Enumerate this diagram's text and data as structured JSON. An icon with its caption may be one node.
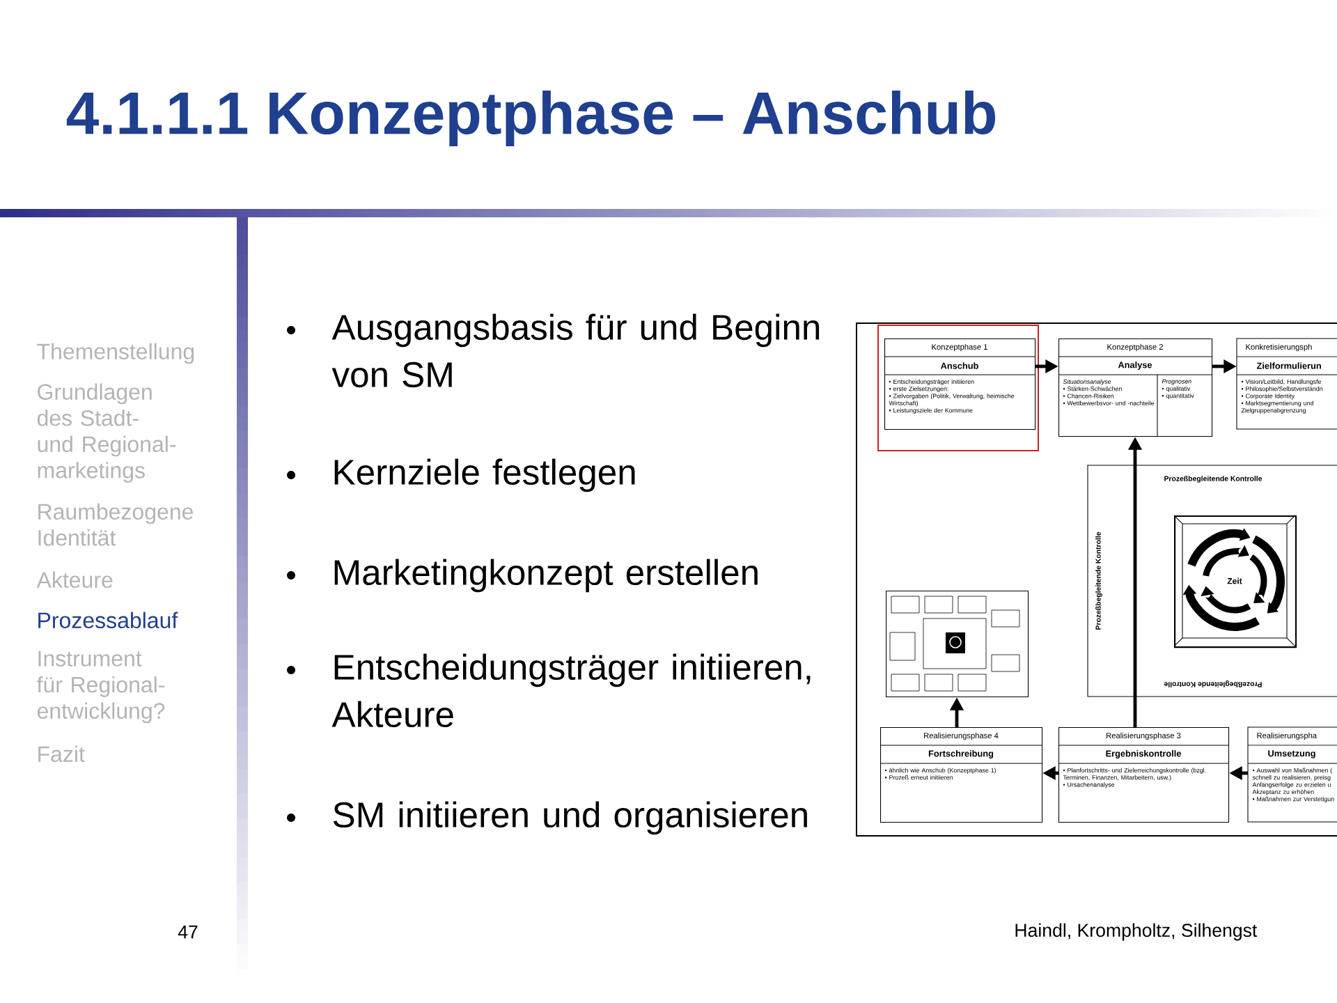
{
  "diagram": {
    "title": "4.1.1.1 Konzeptphase – Anschub",
    "nodes": [
      {
        "text": [],
        "shape": "box"
      },
      {
        "text": [
          "Konzeptphase 1",
          "Anschub",
          "• Entscheidungsträger initiieren",
          "• erste Zielsetzungen:",
          "• Zielvorgaben (Politik, Verwaltung, heimische Wirtschaft)",
          "• Leistungsziele der Kommune"
        ],
        "in": 0
      },
      {
        "text": [
          "Konzeptphase 2",
          "Analyse",
          "Situationsanalyse",
          "• Stärken-Schwächen",
          "• Chancen-Risiken",
          "• Wettbewerbsvor- und -nachteile",
          "Prognosen",
          "• qualitativ",
          "• quantitativ"
        ]
      },
      {
        "text": [
          "Konkretisierungsph",
          "Zielformulierun",
          "• Vision/Leitbild, Handlungsfe",
          "• Philosophie/Selbstverständn",
          "• Corporate Identity",
          "• Marktsegmentierung und Zielgruppenabgrenzung"
        ]
      },
      {
        "text": [
          "Prozeßbegleitende Kontrolle",
          "Prozeßbegleitende Kontrolle",
          "Prozeßbegleitende Kontrolle"
        ]
      },
      {
        "text": [
          "Zeit"
        ],
        "in": 4
      },
      {
        "text": [],
        "shape": "picture"
      },
      {
        "text": [
          "Realisierungsphase 4",
          "Fortschreibung",
          "• ähnlich wie Anschub (Konzeptphase 1)",
          "• Prozeß erneut initiieren"
        ]
      },
      {
        "text": [
          "Realisierungsphase 3",
          "Ergebniskontrolle",
          "• Planfortschritts- und Zielerreichungskontrolle (bzgl. Terminen, Finanzen, Mitarbeitern, usw.)",
          "• Ursachenanalyse"
        ]
      },
      {
        "text": [
          "Realisierungspha",
          "Umsetzung",
          "• Auswahl von Maßnahmen (",
          "schnell zu realisieren, preisg",
          "Anfangserfolge zu erzielen u",
          "Akzeptanz zu erhöhen",
          "• Maßnahmen zur Verstetigun"
        ]
      }
    ],
    "edges": [
      {
        "from": 1,
        "to": 2,
        "arrow": "to"
      },
      {
        "from": 2,
        "to": 3,
        "arrow": "to"
      },
      {
        "from": 9,
        "to": 8,
        "arrow": "to"
      },
      {
        "from": 8,
        "to": 7,
        "arrow": "to"
      },
      {
        "from": 8,
        "to": 2,
        "arrow": "to"
      },
      {
        "from": 7,
        "to": 6,
        "arrow": "to"
      }
    ],
    "labels": [
      "Themenstellung",
      "Grundlagen des Stadt- und Regional- marketings",
      "Raumbezogene Identität",
      "Akteure",
      "Prozessablauf",
      "Instrument für Regional- entwicklung?",
      "Fazit",
      "Ausgangsbasis für und Beginn von SM",
      "Kernziele festlegen",
      "Marketingkonzept erstellen",
      "Entscheidungsträger initiieren, Akteure",
      "SM initiieren und organisieren",
      "47",
      "Haindl, Krompholtz, Silhengst"
    ]
  }
}
